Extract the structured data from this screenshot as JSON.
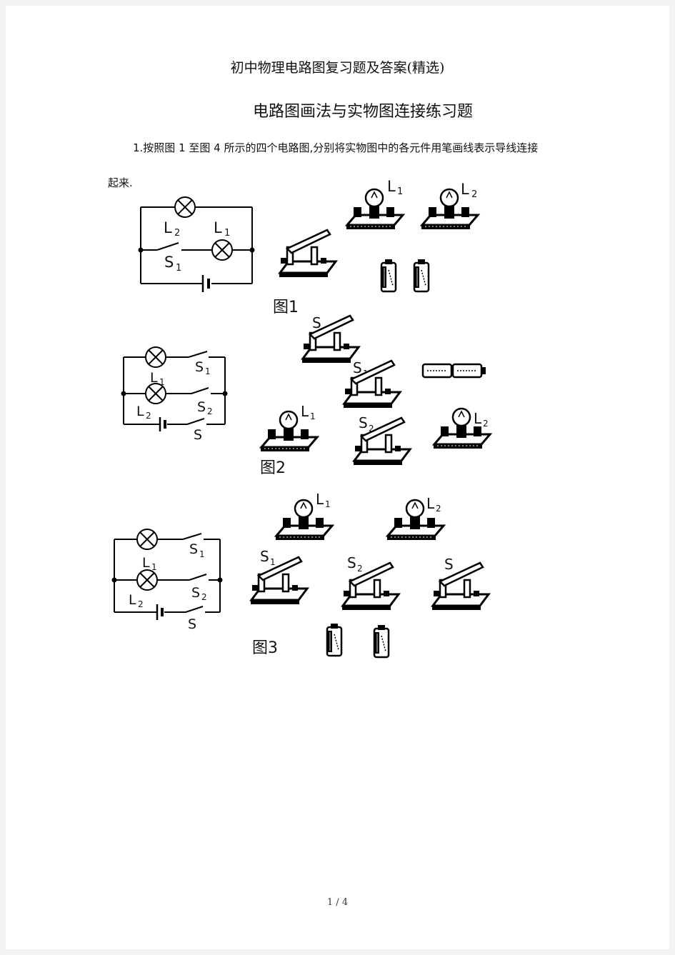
{
  "document": {
    "title": "初中物理电路图复习题及答案(精选)",
    "section_title": "电路图画法与实物图连接练习题",
    "question1_line1": "1.按照图 1 至图 4 所示的四个电路图,分别将实物图中的各元件用笔画线表示导线连接",
    "question1_line2": "起来.",
    "page_number": "1 / 4"
  },
  "figures": {
    "fig1": {
      "caption": "图1",
      "labels": {
        "L1": "L",
        "L2": "L",
        "S1": "S",
        "sub1": "1",
        "sub2": "2"
      }
    },
    "fig2": {
      "caption": "图2",
      "labels": {
        "L": "L",
        "S": "S",
        "sub1": "1",
        "sub2": "2"
      }
    },
    "fig3": {
      "caption": "图3",
      "labels": {
        "L": "L",
        "S": "S",
        "sub1": "1",
        "sub2": "2"
      }
    }
  }
}
